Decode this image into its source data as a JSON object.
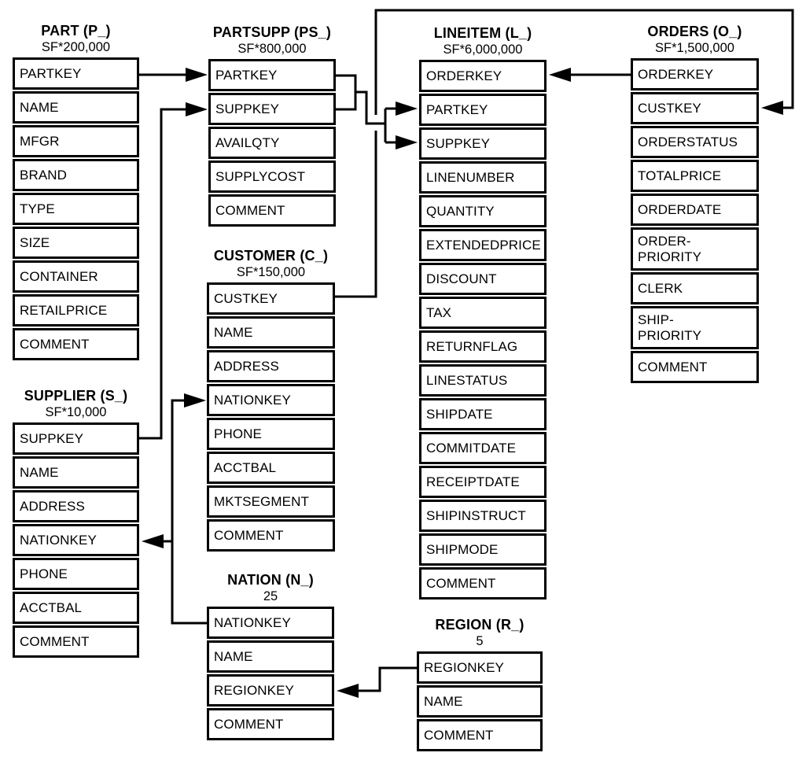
{
  "diagram": {
    "kind": "database-schema-diagram",
    "ink_color": "#000000",
    "background_color": "#ffffff"
  },
  "tables": [
    {
      "id": "part",
      "title": "PART (P_)",
      "cardinality": "SF*200,000",
      "columns": [
        "PARTKEY",
        "NAME",
        "MFGR",
        "BRAND",
        "TYPE",
        "SIZE",
        "CONTAINER",
        "RETAILPRICE",
        "COMMENT"
      ]
    },
    {
      "id": "partsupp",
      "title": "PARTSUPP (PS_)",
      "cardinality": "SF*800,000",
      "columns": [
        "PARTKEY",
        "SUPPKEY",
        "AVAILQTY",
        "SUPPLYCOST",
        "COMMENT"
      ]
    },
    {
      "id": "lineitem",
      "title": "LINEITEM (L_)",
      "cardinality": "SF*6,000,000",
      "columns": [
        "ORDERKEY",
        "PARTKEY",
        "SUPPKEY",
        "LINENUMBER",
        "QUANTITY",
        "EXTENDEDPRICE",
        "DISCOUNT",
        "TAX",
        "RETURNFLAG",
        "LINESTATUS",
        "SHIPDATE",
        "COMMITDATE",
        "RECEIPTDATE",
        "SHIPINSTRUCT",
        "SHIPMODE",
        "COMMENT"
      ]
    },
    {
      "id": "orders",
      "title": "ORDERS (O_)",
      "cardinality": "SF*1,500,000",
      "columns": [
        "ORDERKEY",
        "CUSTKEY",
        "ORDERSTATUS",
        "TOTALPRICE",
        "ORDERDATE",
        {
          "label": "ORDER-PRIORITY",
          "two_line": true
        },
        "CLERK",
        {
          "label": "SHIP-PRIORITY",
          "two_line": true
        },
        "COMMENT"
      ]
    },
    {
      "id": "customer",
      "title": "CUSTOMER (C_)",
      "cardinality": "SF*150,000",
      "columns": [
        "CUSTKEY",
        "NAME",
        "ADDRESS",
        "NATIONKEY",
        "PHONE",
        "ACCTBAL",
        "MKTSEGMENT",
        "COMMENT"
      ]
    },
    {
      "id": "supplier",
      "title": "SUPPLIER (S_)",
      "cardinality": "SF*10,000",
      "columns": [
        "SUPPKEY",
        "NAME",
        "ADDRESS",
        "NATIONKEY",
        "PHONE",
        "ACCTBAL",
        "COMMENT"
      ]
    },
    {
      "id": "nation",
      "title": "NATION (N_)",
      "cardinality": "25",
      "columns": [
        "NATIONKEY",
        "NAME",
        "REGIONKEY",
        "COMMENT"
      ]
    },
    {
      "id": "region",
      "title": "REGION (R_)",
      "cardinality": "5",
      "columns": [
        "REGIONKEY",
        "NAME",
        "COMMENT"
      ]
    }
  ],
  "connectors": [
    {
      "id": "part-partsupp",
      "from": "PART.PARTKEY",
      "to": "PARTSUPP.PARTKEY"
    },
    {
      "id": "supplier-partsupp",
      "from": "SUPPLIER.SUPPKEY",
      "to": "PARTSUPP.SUPPKEY"
    },
    {
      "id": "partsupp-lineitem",
      "from": "PARTSUPP.PARTKEY+SUPPKEY",
      "to": "LINEITEM.PARTKEY+SUPPKEY"
    },
    {
      "id": "orders-lineitem",
      "from": "ORDERS.ORDERKEY",
      "to": "LINEITEM.ORDERKEY"
    },
    {
      "id": "customer-orders",
      "from": "CUSTOMER.CUSTKEY",
      "to": "ORDERS.CUSTKEY"
    },
    {
      "id": "nation-customer",
      "from": "NATION.NATIONKEY",
      "to": "CUSTOMER.NATIONKEY"
    },
    {
      "id": "nation-supplier",
      "from": "NATION.NATIONKEY",
      "to": "SUPPLIER.NATIONKEY"
    },
    {
      "id": "region-nation",
      "from": "REGION.REGIONKEY",
      "to": "NATION.REGIONKEY"
    }
  ]
}
